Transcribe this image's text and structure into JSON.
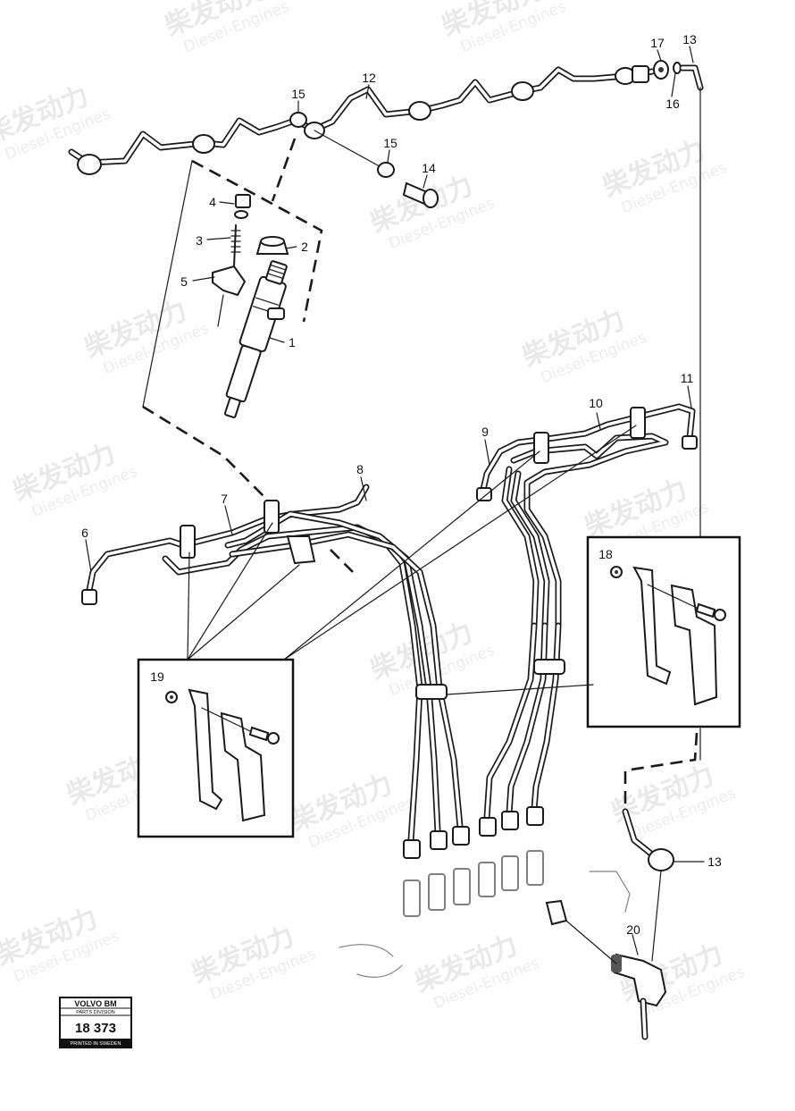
{
  "watermark": {
    "chinese": "柴发动力",
    "english": "Diesel-Engines"
  },
  "callouts": {
    "c1": "1",
    "c2": "2",
    "c3": "3",
    "c4": "4",
    "c5": "5",
    "c6": "6",
    "c7": "7",
    "c8": "8",
    "c9": "9",
    "c10": "10",
    "c11": "11",
    "c12": "12",
    "c13_top": "13",
    "c13_bottom": "13",
    "c14": "14",
    "c15_left": "15",
    "c15_right": "15",
    "c16": "16",
    "c17": "17",
    "c18": "18",
    "c19": "19",
    "c20": "20"
  },
  "plate": {
    "brand": "VOLVO BM",
    "division": "PARTS DIVISION",
    "number": "18 373",
    "printed": "PRINTED IN SWEDEN"
  }
}
